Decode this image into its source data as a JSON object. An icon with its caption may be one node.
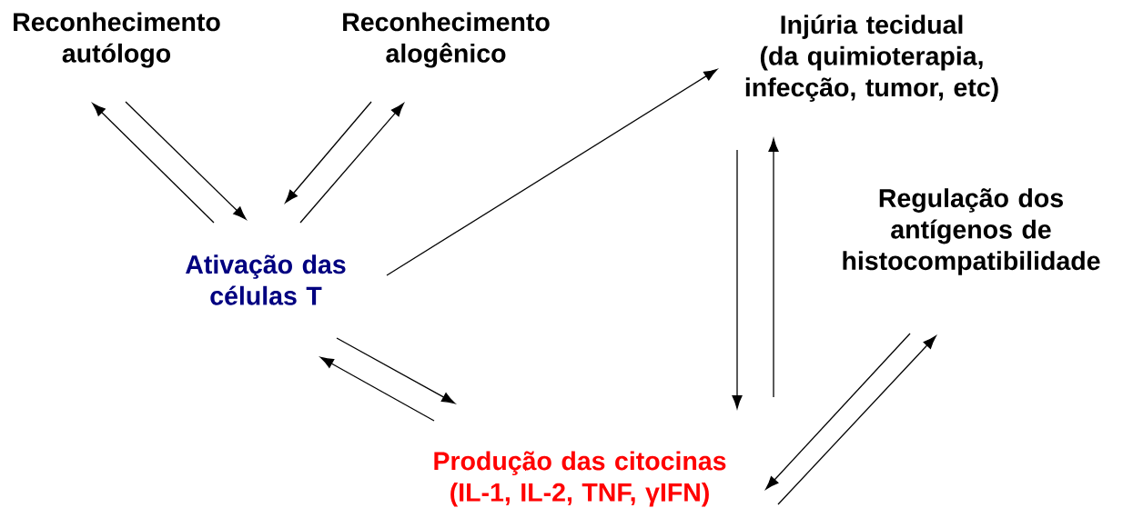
{
  "diagram": {
    "nodes": [
      {
        "text": [
          "Reconhecimento autólogo"
        ]
      },
      {
        "text": [
          "Reconhecimento alogênico"
        ]
      },
      {
        "text": [
          "Injúria tecidual",
          "(da quimioterapia, infecção, tumor, etc)"
        ]
      },
      {
        "text": [
          "Ativação das células T"
        ]
      },
      {
        "text": [
          "Regulação dos antígenos de histocompatibilidade"
        ]
      },
      {
        "text": [
          "Produção das citocinas (IL-1, IL-2, TNF, γIFN)"
        ]
      }
    ],
    "edges": [
      {
        "from": 3,
        "to": 0,
        "arrow": "to"
      },
      {
        "from": 0,
        "to": 3,
        "arrow": "to"
      },
      {
        "from": 1,
        "to": 3,
        "arrow": "to"
      },
      {
        "from": 3,
        "to": 1,
        "arrow": "to"
      },
      {
        "from": 3,
        "to": 2,
        "arrow": "to"
      },
      {
        "from": 2,
        "to": 5,
        "arrow": "to"
      },
      {
        "from": 5,
        "to": 2,
        "arrow": "to"
      },
      {
        "from": 5,
        "to": 3,
        "arrow": "to"
      },
      {
        "from": 3,
        "to": 5,
        "arrow": "to"
      },
      {
        "from": 4,
        "to": 5,
        "arrow": "to"
      },
      {
        "from": 5,
        "to": 4,
        "arrow": "to"
      }
    ]
  }
}
